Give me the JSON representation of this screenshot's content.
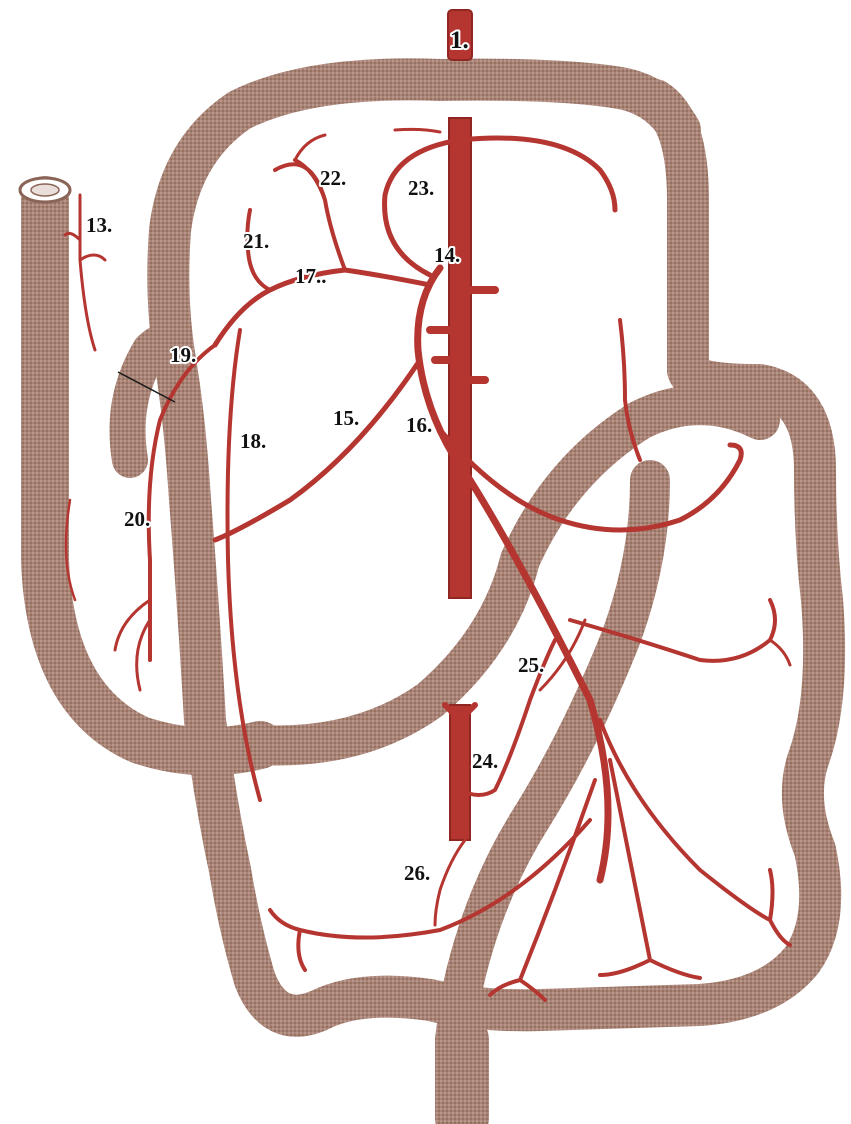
{
  "labels": {
    "l1": "1.",
    "l13": "13.",
    "l14": "14.",
    "l15": "15.",
    "l16": "16.",
    "l17": "17..",
    "l18": "18.",
    "l19": "19.",
    "l20": "20.",
    "l21": "21.",
    "l22": "22.",
    "l23": "23.",
    "l24": "24.",
    "l25": "25.",
    "l26": "26."
  },
  "colors": {
    "intestine": "#a88377",
    "intestine_edge": "#8a6457",
    "artery": "#b53530",
    "artery_dark": "#8f2622",
    "outline": "#1a1a1a"
  }
}
